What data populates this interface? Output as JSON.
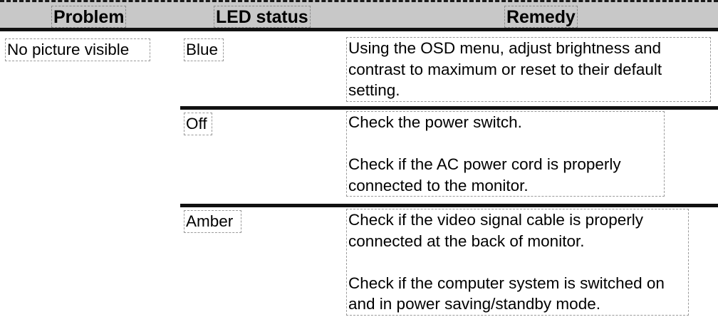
{
  "table": {
    "headers": {
      "problem": "Problem",
      "led_status": "LED status",
      "remedy": "Remedy"
    },
    "rows": [
      {
        "problem": "No picture visible",
        "led_status": "Blue",
        "remedy": "Using the OSD menu, adjust brightness and contrast to maximum or reset to their default setting."
      },
      {
        "problem": "",
        "led_status": "Off",
        "remedy": "Check the power switch.\n\nCheck if the AC power cord is properly connected to the monitor."
      },
      {
        "problem": "",
        "led_status": "Amber",
        "remedy": "Check if the video signal cable is properly connected at the back of monitor.\n\nCheck if the computer system is switched on and in power saving/standby mode."
      }
    ]
  },
  "colors": {
    "header_background": "#c8c8c8",
    "rule": "#111111",
    "text": "#000000",
    "textbox_outline": "#9a9a9a"
  }
}
